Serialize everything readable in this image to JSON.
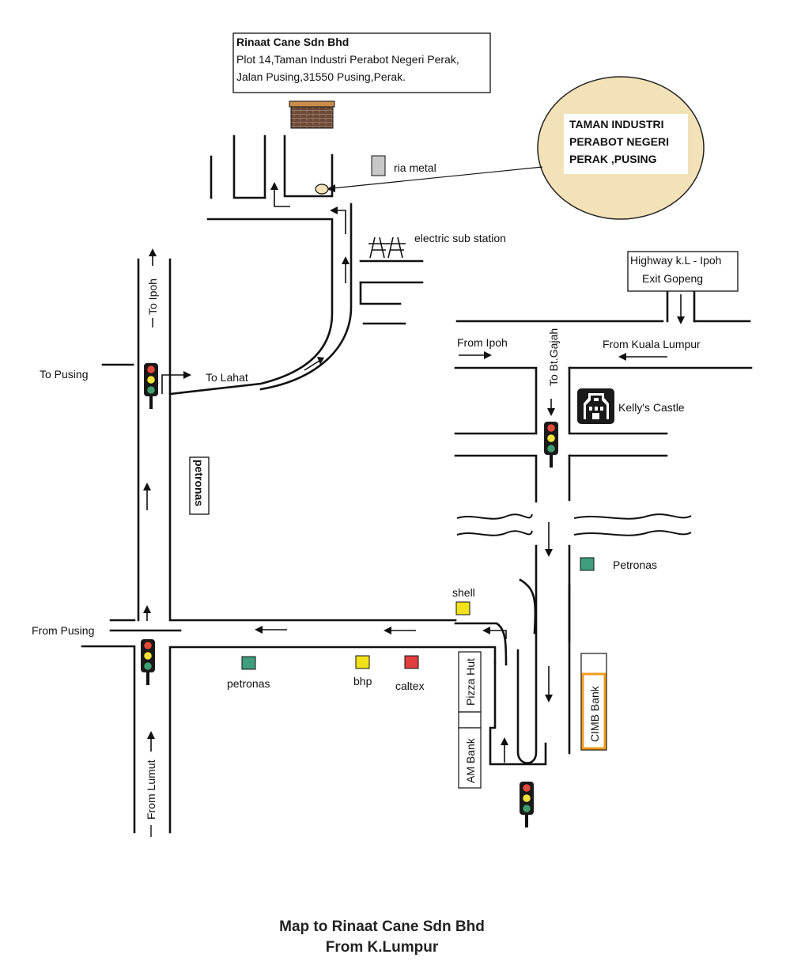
{
  "company": {
    "name": "Rinaat Cane Sdn Bhd",
    "address_line1": "Plot 14,Taman Industri Perabot Negeri Perak,",
    "address_line2": "Jalan Pusing,31550 Pusing,Perak."
  },
  "callout": {
    "line1": "TAMAN INDUSTRI",
    "line2": "PERABOT NEGERI",
    "line3": "PERAK ,PUSING",
    "fill_color": "#f3e2b8"
  },
  "highway": {
    "line1": "Highway k.L - Ipoh",
    "line2": "Exit Gopeng"
  },
  "labels": {
    "ria_metal": "ria metal",
    "electric_sub_station": "electric sub station",
    "to_ipoh": "To Ipoh",
    "to_pusing": "To  Pusing",
    "to_lahat": "To Lahat",
    "petronas_box": "petronas",
    "from_ipoh": "From Ipoh",
    "from_kuala_lumpur": "From Kuala Lumpur",
    "to_bt_gajah": "To Bt.Gajah",
    "kellys_castle": "Kelly's Castle",
    "petronas_right": "Petronas",
    "shell": "shell",
    "from_pusing": "From Pusing",
    "petronas_bottom": "petronas",
    "bhp": "bhp",
    "caltex": "caltex",
    "pizza_hut": "Pizza Hut",
    "am_bank": "AM Bank",
    "cimb_bank": "CIMB Bank",
    "from_lumut": "From Lumut"
  },
  "title": {
    "line1": "Map to Rinaat Cane Sdn Bhd",
    "line2": "From K.Lumpur"
  },
  "colors": {
    "petronas": "#3f9e7e",
    "shell": "#f2e21a",
    "bhp": "#f2e21a",
    "caltex": "#e04040",
    "building_brick": "#6b4a3a",
    "building_roof": "#c98c4a",
    "cimb_border": "#f39a1e",
    "ria_metal": "#c8c8c8",
    "light_red": "#e24a3c",
    "light_yellow": "#f3e23a",
    "light_green": "#3f9e6e"
  }
}
